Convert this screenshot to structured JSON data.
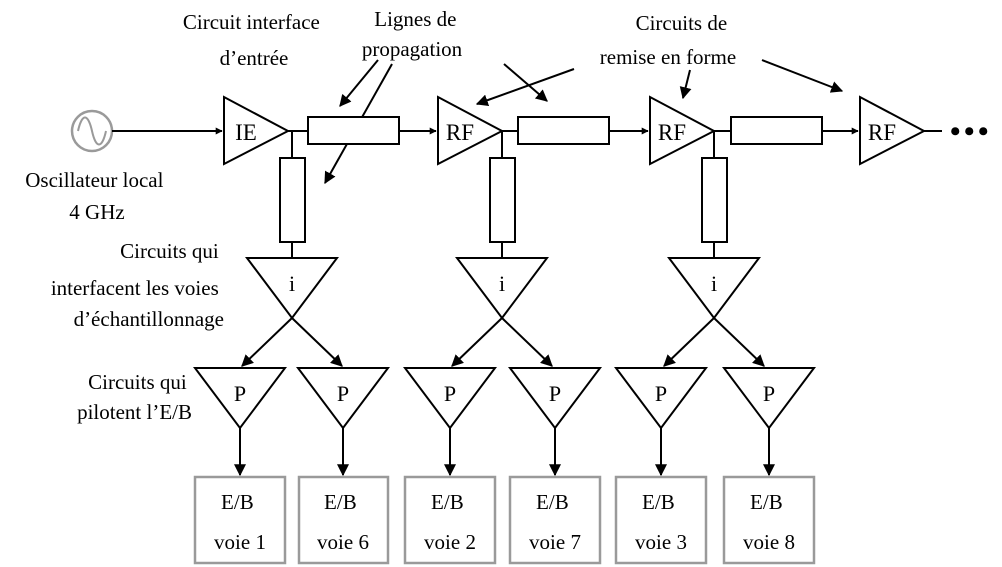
{
  "labels": {
    "input_interface": [
      "Circuit interface",
      "d’entrée"
    ],
    "propagation_lines": [
      "Lignes de",
      "propagation"
    ],
    "reshaping_circuits": [
      "Circuits de",
      "remise en forme"
    ],
    "local_oscillator": [
      "Oscillateur local",
      "4 GHz"
    ],
    "interface_circuits": [
      "Circuits qui",
      "interfacent les voies",
      "d’échantillonnage"
    ],
    "driver_circuits": [
      "Circuits qui",
      "pilotent l’E/B"
    ]
  },
  "blocks": {
    "input": "IE",
    "reshaper": "RF",
    "interface": "i",
    "driver": "P",
    "continuation": "• • •"
  },
  "sampling_channels": [
    {
      "name": "E/B",
      "channel": "voie 1"
    },
    {
      "name": "E/B",
      "channel": "voie 6"
    },
    {
      "name": "E/B",
      "channel": "voie 2"
    },
    {
      "name": "E/B",
      "channel": "voie 7"
    },
    {
      "name": "E/B",
      "channel": "voie 3"
    },
    {
      "name": "E/B",
      "channel": "voie 8"
    }
  ],
  "colors": {
    "stroke": "#000000",
    "channel_box_border": "#9a9a9a",
    "oscillator": "#9a9a9a"
  }
}
